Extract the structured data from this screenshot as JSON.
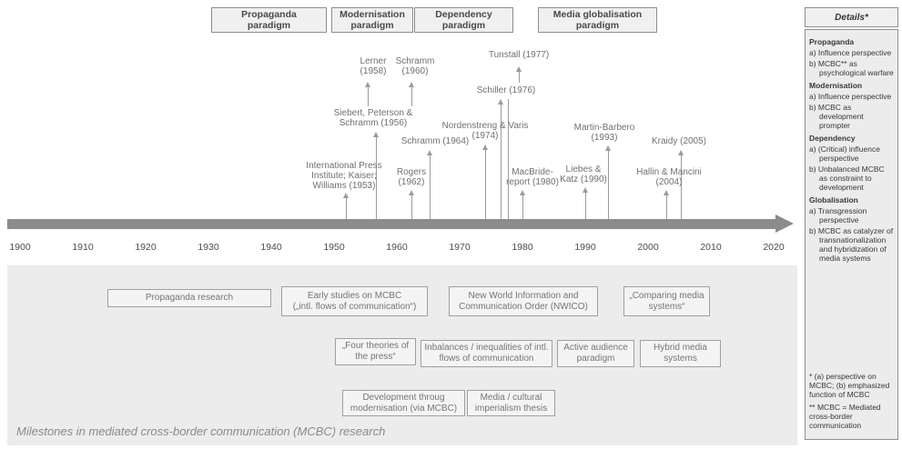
{
  "caption": "Milestones in mediated cross-border communication (MCBC) research",
  "colors": {
    "timeline_bar": "#8c8c8c",
    "area_background": "#ececec",
    "box_background": "#f4f4f4",
    "box_border": "#a0a0a0",
    "text_gray": "#707070"
  },
  "paradigms": [
    {
      "id": "propaganda",
      "label": "Propaganda\nparadigm"
    },
    {
      "id": "modernisation",
      "label": "Modernisation\nparadigm"
    },
    {
      "id": "dependency",
      "label": "Dependency\nparadigm"
    },
    {
      "id": "globalisation",
      "label": "Media globalisation\nparadigm"
    }
  ],
  "timeline": {
    "years": [
      "1900",
      "1910",
      "1920",
      "1930",
      "1940",
      "1950",
      "1960",
      "1970",
      "1980",
      "1990",
      "2000",
      "2010",
      "2020"
    ]
  },
  "milestones": [
    {
      "id": "lerner",
      "label": "Lerner\n(1958)"
    },
    {
      "id": "schramm60",
      "label": "Schramm\n(1960)"
    },
    {
      "id": "tunstall",
      "label": "Tunstall (1977)"
    },
    {
      "id": "schiller",
      "label": "Schiller (1976)"
    },
    {
      "id": "siebert",
      "label": "Siebert, Peterson &\nSchramm (1956)"
    },
    {
      "id": "nordenstreng",
      "label": "Nordenstreng & Varis\n(1974)"
    },
    {
      "id": "schramm64",
      "label": "Schramm (1964)"
    },
    {
      "id": "martin",
      "label": "Martin-Barbero\n(1993)"
    },
    {
      "id": "kraidy",
      "label": "Kraidy (2005)"
    },
    {
      "id": "ipi",
      "label": "International Press\nInstitute; Kaiser;\nWilliams (1953)"
    },
    {
      "id": "rogers",
      "label": "Rogers\n(1962)"
    },
    {
      "id": "macbride",
      "label": "MacBride-\nreport (1980)"
    },
    {
      "id": "liebes",
      "label": "Liebes &\nKatz (1990)"
    },
    {
      "id": "hallin",
      "label": "Hallin & Mancini\n(2004)"
    }
  ],
  "research_boxes": [
    {
      "id": "propaganda_research",
      "label": "Propaganda research"
    },
    {
      "id": "early_studies",
      "label": "Early studies on MCBC\n(„intl. flows of communication“)"
    },
    {
      "id": "nwico",
      "label": "New World Information and\nCommunication Order (NWICO)"
    },
    {
      "id": "comparing",
      "label": "„Comparing media\nsystems“"
    },
    {
      "id": "four_theories",
      "label": "„Four theories of\nthe press“"
    },
    {
      "id": "inbalances",
      "label": "Inbalances / inequalities of intl.\nflows of communication"
    },
    {
      "id": "active_audience",
      "label": "Active audience\nparadigm"
    },
    {
      "id": "hybrid",
      "label": "Hybrid media\nsystems"
    },
    {
      "id": "development",
      "label": "Development throug\nmodernisation (via MCBC)"
    },
    {
      "id": "media_cultural",
      "label": "Media / cultural\nimperialism thesis"
    }
  ],
  "details": {
    "title": "Details*",
    "sections": [
      {
        "heading": "Propaganda",
        "items": [
          "a) Influence perspective",
          "b) MCBC** as psychological warfare"
        ]
      },
      {
        "heading": "Modernisation",
        "items": [
          "a) Influence perspective",
          "b) MCBC as development prompter"
        ]
      },
      {
        "heading": "Dependency",
        "items": [
          "a) (Critical) influence perspective",
          "b) Unbalanced MCBC as constraint to development"
        ]
      },
      {
        "heading": "Globalisation",
        "items": [
          "a) Transgression perspective",
          "b) MCBC as catalyzer of transnationalization and hybridization of media systems"
        ]
      }
    ],
    "footnotes": [
      "* (a) perspective on MCBC; (b) emphasized function of MCBC",
      "** MCBC = Mediated cross-border communication"
    ]
  }
}
